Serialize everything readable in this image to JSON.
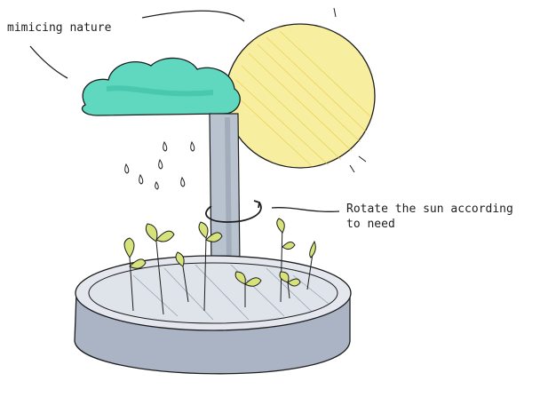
{
  "annotations": {
    "mimic": "mimicing nature",
    "rotate_line1": "Rotate the sun according",
    "rotate_line2": "to need"
  },
  "colors": {
    "ink": "#1e1e1e",
    "cloud": "#3fcfb4",
    "sun": "#f2e27a",
    "pole": "#aab3c0",
    "base": "#c7ccd6",
    "plant": "#a7c23b"
  },
  "icons": [
    "cloud-icon",
    "sun-icon",
    "rain-drops-icon",
    "rotation-arrow-icon",
    "plant-icon"
  ]
}
